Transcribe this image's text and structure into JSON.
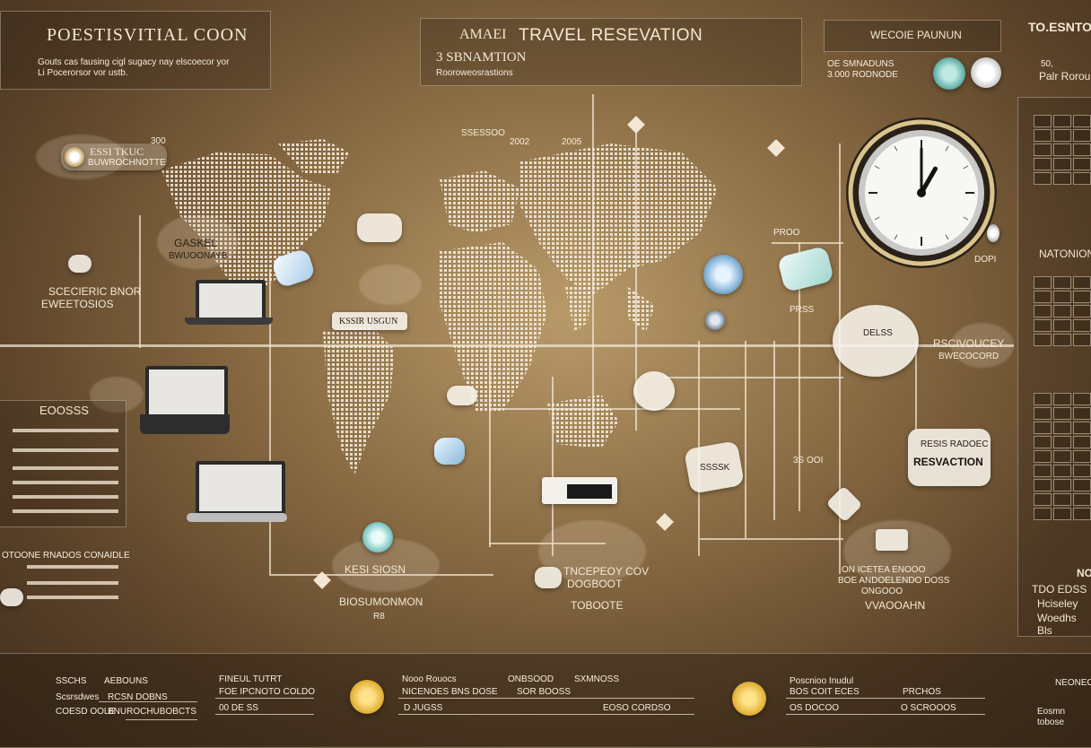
{
  "header": {
    "left_title": "POESTISVITIAL COON",
    "left_sub": "Gouts cas fausing cigl sugacy nay elscoecor yor",
    "left_sub2": "Li Pocerorsor vor ustb.",
    "center_title_a": "AMAEI",
    "center_title_b": "TRAVEL RESEVATION",
    "center_sub": "3 SBNAMTION",
    "center_sub2": "Rooroweosrastions",
    "right_title": "WECOIE PAUNUN",
    "right_sub1": "OE SMNADUNS",
    "right_sub2": "3.000 RODNODE",
    "far_right_title": "TO.ESNTO",
    "far_right_sub1": "50,",
    "far_right_sub2": "Palr Rorou"
  },
  "map_labels": {
    "top_center": "SSESSOO",
    "top_center2": "2002",
    "top_right": "2005",
    "left_card": "ESSI TKUC",
    "left_card2": "BUWROCHNOTTE",
    "left_cloud": "GASKEL",
    "left_cloud2": "BWUOONAYB",
    "num_300": "300",
    "left_mid": "SCECIERIC BNOR",
    "left_mid2": "EWEETOSIOS",
    "center_tag": "KSSIR USGUN",
    "right_pin": "PROO",
    "right_pin2": "DOPI",
    "right_mid": "PRSS",
    "right_bubble": "DELSS",
    "right_label": "RSCIVOUCEY",
    "right_label2": "BWECOCORD",
    "box_center": "SSSSK",
    "box_right": "3S OOI",
    "reservation_small": "RESIS RADOEC",
    "reservation_big": "RESVACTION",
    "bottom_left_a": "KESI SIOSN",
    "bottom_left_b": "BIOSUMONMON",
    "bottom_left_c": "R8",
    "bottom_center_a": "TNCEPEOY COV",
    "bottom_center_b": "DOGBOOT",
    "bottom_center_c": "TOBOOTE",
    "bottom_right_a": "ON ICETEA ENOOO",
    "bottom_right_b": "BOE ANDOELENDO DOSS",
    "bottom_right_c": "ONGOOO",
    "bottom_right_d": "VVAOOAHN"
  },
  "left_panel": {
    "title": "EOOSSS",
    "sub": "OTOONE RNADOS CONAIDLE"
  },
  "right_panel": {
    "title": "NATONION",
    "sub_title": "NO",
    "sub1": "TDO  EDSS",
    "sub2": "Hciseley",
    "sub3": "Woedhs Bls"
  },
  "footer": {
    "col1_a": "SSCHS",
    "col1_b": "AEBOUNS",
    "col1_c": "Scsrsdwes",
    "col1_d": "RCSN DOBNS",
    "col1_e": "COESD OOLE",
    "col1_f": "BNUROCHUBOBCTS",
    "col2_a": "FINEUL TUTRT",
    "col2_b": "FOE IPCNOTO COLDO",
    "col2_c": "00 DE SS",
    "col3_a": "Nooo Rouocs",
    "col3_b": "ONBSOOD",
    "col3_c": "SXMNOSS",
    "col3_d": "NICENOES BNS DOSE",
    "col3_e": "SOR BOOSS",
    "col3_f": "D JUGSS",
    "col3_g": "EOSO CORDSO",
    "col4_a": "Poscnioo Inudul",
    "col4_b": "BOS COIT ECES",
    "col4_c": "OS DOCOO",
    "col4_d": "O SCROOOS",
    "col4_e": "PRCHOS",
    "col5_a": "NEONEOO",
    "col5_b": "Eosmn tobose"
  },
  "colors": {
    "background": "#8a6c44",
    "line": "#f3e7d3",
    "accent_gold": "#e2b23a",
    "accent_teal": "#7fc7c4"
  },
  "icons": {
    "clock": "clock-icon",
    "coin": "coin-icon",
    "globe": "world-map-icon",
    "laptop": "laptop-icon",
    "cloud": "cloud-icon"
  },
  "clock": {
    "hour": 1,
    "minute": 0
  }
}
